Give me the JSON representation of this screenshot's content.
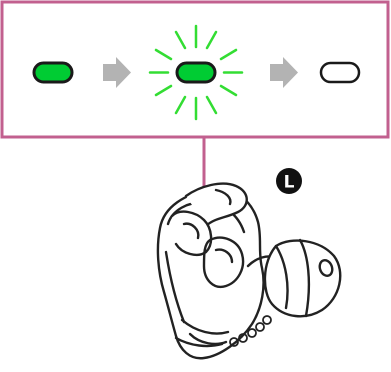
{
  "diagram": {
    "side_label": "L",
    "sequence": [
      {
        "state": "on",
        "color": "#00cc33"
      },
      {
        "state": "flashing",
        "color": "#00cc33"
      },
      {
        "state": "off",
        "color": "#ffffff"
      }
    ],
    "colors": {
      "panel_border": "#c2608f",
      "indicator_on": "#00cc33",
      "indicator_outline": "#1a1a1a",
      "flash_rays": "#33dd33",
      "arrow": "#b3b3b3",
      "badge": "#111111",
      "badge_text": "#ffffff",
      "earbud_outline": "#222222"
    }
  }
}
